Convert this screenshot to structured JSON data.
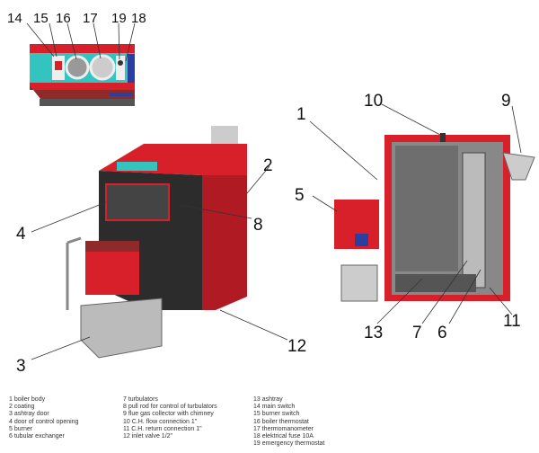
{
  "callouts": {
    "panel": [
      "14",
      "15",
      "16",
      "17",
      "19",
      "18"
    ],
    "main": {
      "c1": "1",
      "c2": "2",
      "c3": "3",
      "c4": "4",
      "c5": "5",
      "c6": "6",
      "c7": "7",
      "c8": "8",
      "c9": "9",
      "c10": "10",
      "c11": "11",
      "c12": "12",
      "c13": "13"
    }
  },
  "legend": {
    "col1": [
      "1 boiler body",
      "2 coating",
      "3 ashtray door",
      "4 door of control opening",
      "5 burner",
      "6 tubular exchanger"
    ],
    "col2": [
      "7 turbulators",
      "8 pull rod for control of turbulators",
      "9 flue gas collector with chimney",
      "10 C.H. flow connection 1\"",
      "11 C.H. return connection 1\"",
      "12 inlet valve 1/2\""
    ],
    "col3": [
      "13 ashtray",
      "14 main switch",
      "15 burner switch",
      "16 boiler thermostat",
      "17 thermomanometer",
      "18 elektrical fuse 10A",
      "19 emergency thermostat"
    ]
  },
  "colors": {
    "red": "#d8202a",
    "dark_red": "#8e2a2a",
    "teal": "#33c4c0",
    "dark": "#2c2c2c",
    "grey": "#bdbdbd",
    "blue": "#2a3fa0"
  }
}
